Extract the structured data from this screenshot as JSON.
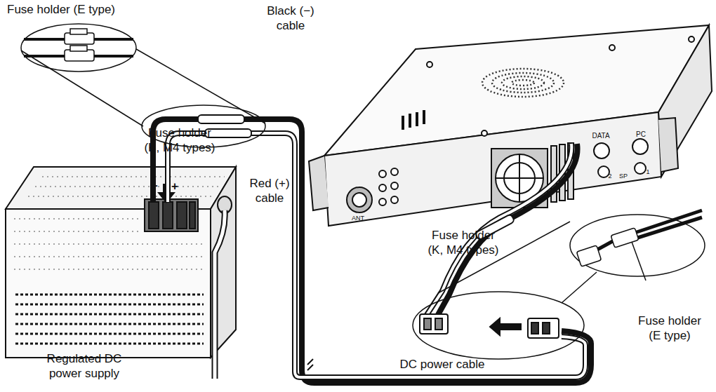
{
  "diagram": {
    "labels": [
      "Fuse holder (E type)",
      "Black (−) cable",
      "Fuse holder (K, M4 types)",
      "Red (+) cable",
      "Fuse holder (K, M4 types)",
      "Fuse holder (E type)",
      "DC power cable",
      "Regulated DC power supply",
      "−",
      "+",
      "ANT",
      "DATA",
      "PC",
      "2",
      "SP",
      "1"
    ]
  }
}
